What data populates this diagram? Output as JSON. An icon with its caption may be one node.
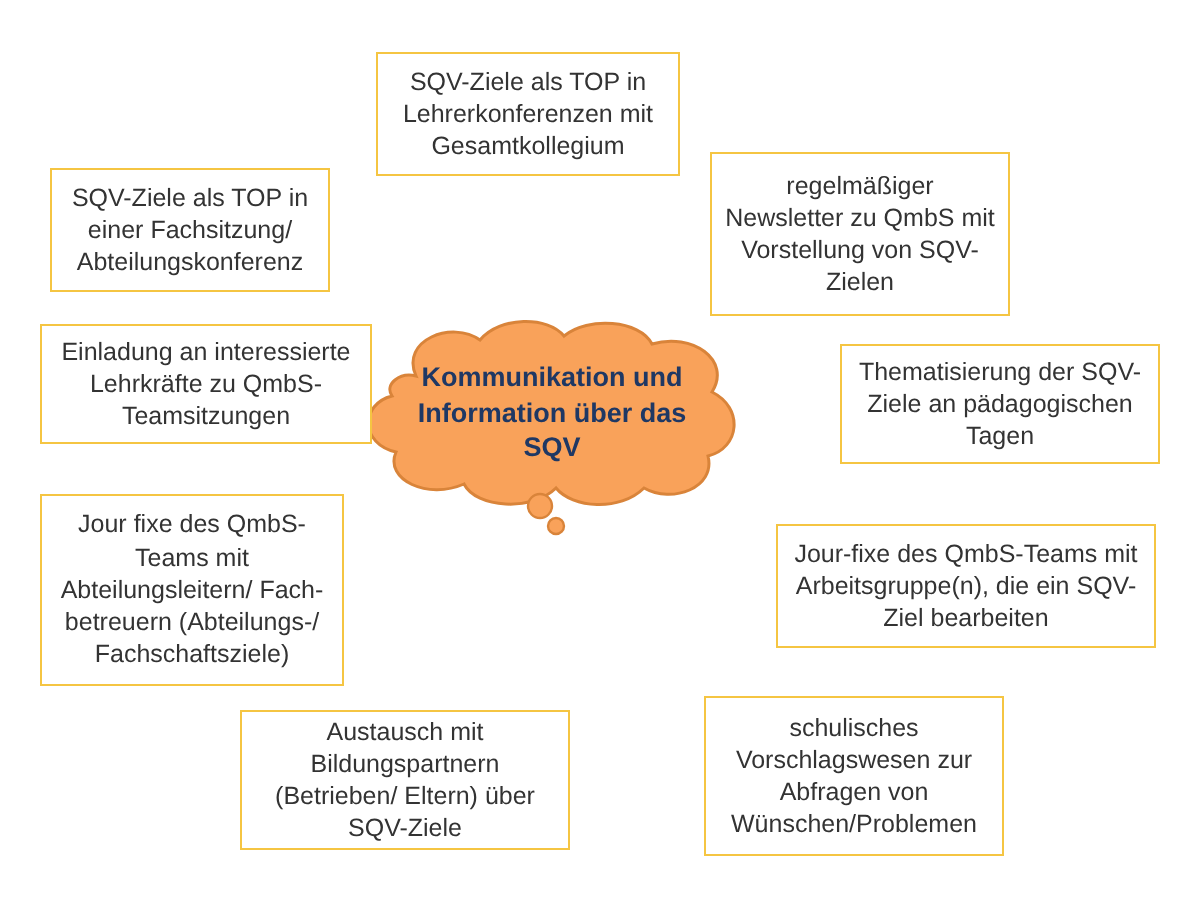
{
  "diagram": {
    "nodes": [
      {
        "text": [
          "Kommunikation und Information über das SQV"
        ]
      },
      {
        "text": [
          "SQV-Ziele als TOP in Lehrerkonferenzen mit Gesamtkollegium"
        ]
      },
      {
        "text": [
          "SQV-Ziele als TOP in einer Fachsitzung/ Abteilungskonferenz"
        ]
      },
      {
        "text": [
          "regelmäßiger Newsletter zu QmbS mit Vorstellung von SQV-Zielen"
        ]
      },
      {
        "text": [
          "Einladung an interessierte Lehrkräfte zu QmbS-Teamsitzungen"
        ]
      },
      {
        "text": [
          "Thematisierung der SQV-Ziele an pädagogischen Tagen"
        ]
      },
      {
        "text": [
          "Jour fixe des QmbS-Teams mit Abteilungsleitern/ Fach- betreuern (Abteilungs-/ Fachschaftsziele)"
        ]
      },
      {
        "text": [
          "Jour-fixe des QmbS-Teams mit Arbeitsgruppe(n), die ein SQV-Ziel bearbeiten"
        ]
      },
      {
        "text": [
          "Austausch mit Bildungspartnern (Betrieben/ Eltern) über SQV-Ziele"
        ]
      },
      {
        "text": [
          "schulisches Vorschlagswesen zur Abfragen von Wünschen/Problemen"
        ]
      }
    ]
  }
}
